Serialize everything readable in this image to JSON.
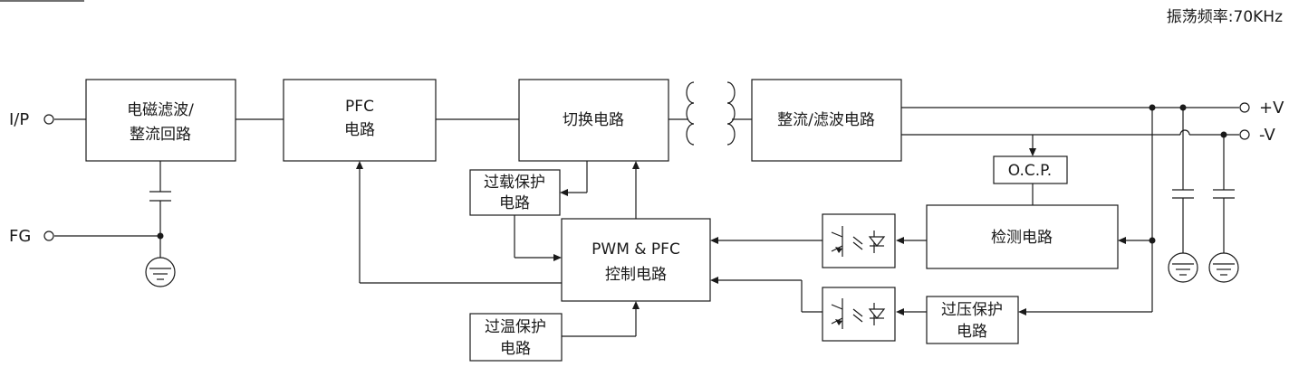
{
  "header": {
    "oscillation": "振荡频率:70KHz"
  },
  "terminals": {
    "input": "I/P",
    "ground": "FG",
    "pos_out": "+V",
    "neg_out": "-V"
  },
  "blocks": {
    "emi_filter": {
      "line1": "电磁滤波/",
      "line2": "整流回路"
    },
    "pfc": {
      "line1": "PFC",
      "line2": "电路"
    },
    "switching": {
      "line1": "切换电路"
    },
    "rect_filter": {
      "line1": "整流/滤波电路"
    },
    "ocp": {
      "line1": "O.C.P."
    },
    "overload": {
      "line1": "过载保护",
      "line2": "电路"
    },
    "controller": {
      "line1": "PWM & PFC",
      "line2": "控制电路"
    },
    "detection": {
      "line1": "检测电路"
    },
    "overvoltage": {
      "line1": "过压保护",
      "line2": "电路"
    },
    "overtemp": {
      "line1": "过温保护",
      "line2": "电路"
    }
  },
  "icons": [
    "transformer-icon",
    "ground-icon",
    "capacitor-icon",
    "optocoupler-icon"
  ]
}
